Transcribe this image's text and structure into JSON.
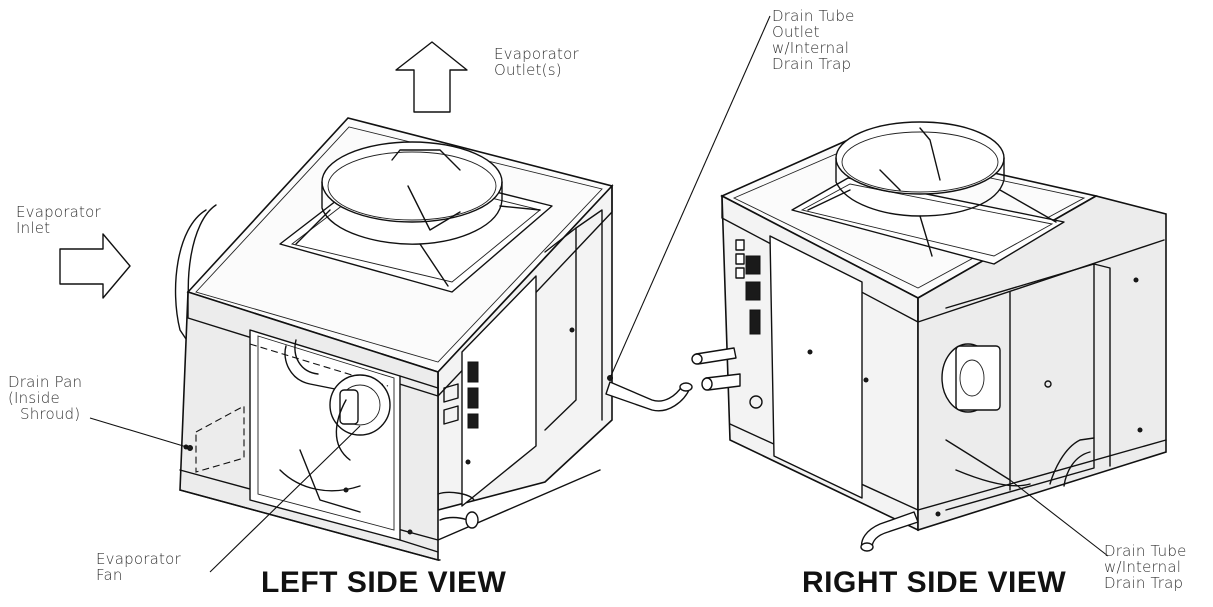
{
  "labels": {
    "evaporator_outlet": [
      "Evaporator",
      "Outlet(s)"
    ],
    "evaporator_inlet": [
      "Evaporator",
      "Inlet"
    ],
    "drain_pan": [
      "Drain Pan",
      "(Inside",
      "Shroud)"
    ],
    "evaporator_fan": [
      "Evaporator",
      "Fan"
    ],
    "drain_tube_outlet": [
      "Drain Tube",
      "Outlet",
      "w/Internal",
      "Drain Trap"
    ],
    "drain_tube_right": [
      "Drain Tube",
      "w/Internal",
      "Drain Trap"
    ]
  },
  "titles": {
    "left_view": "LEFT SIDE VIEW",
    "right_view": "RIGHT SIDE VIEW"
  }
}
